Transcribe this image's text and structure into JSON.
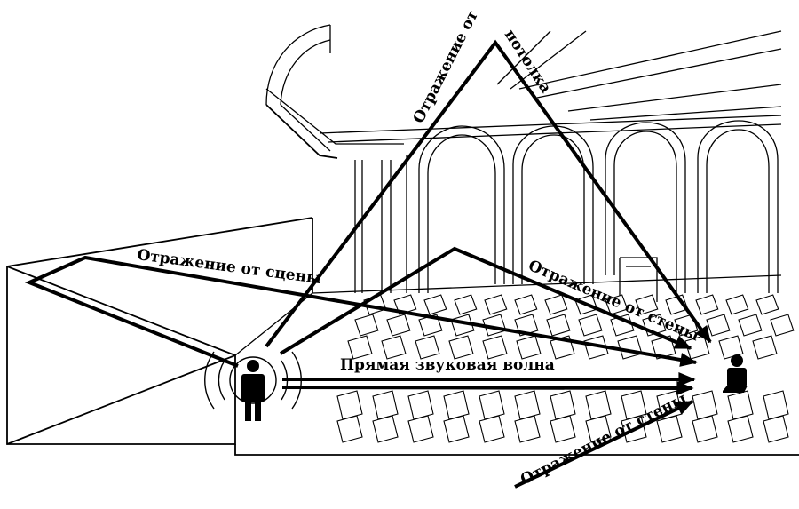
{
  "labels": {
    "ceiling_reflection_part1": "Отражение от",
    "ceiling_reflection_part2": "потолка",
    "stage_reflection": "Отражение от сцены",
    "wall_reflection_top": "Отражение от стены",
    "direct_wave": "Прямая звуковая волна",
    "wall_reflection_bottom": "Отражение от стены"
  },
  "icons": {
    "speaker": "person-speaker-icon",
    "listener": "person-listener-icon",
    "sound_waves": "sound-wave-rings-icon"
  }
}
